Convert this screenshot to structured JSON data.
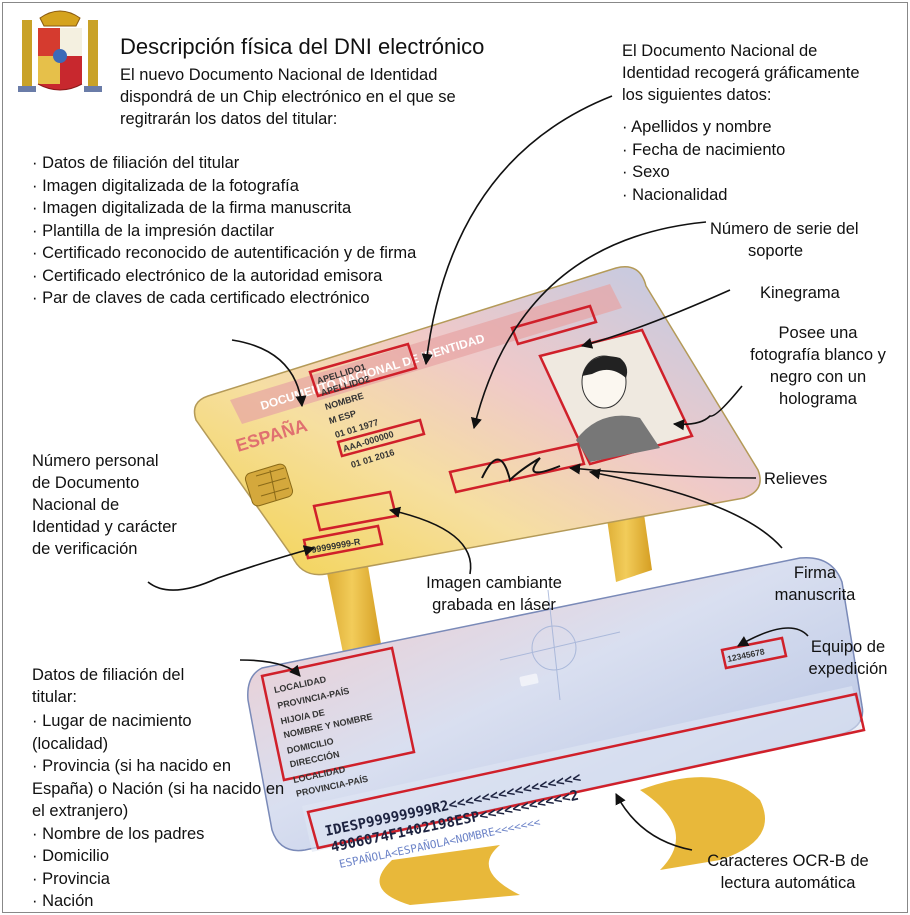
{
  "header": {
    "title": "Descripción física del DNI electrónico",
    "intro_lines": [
      "El nuevo Documento Nacional de Identidad",
      "dispondrá de un Chip electrónico en el que se",
      "regitrarán los datos del titular:"
    ]
  },
  "chip_data": [
    "· Datos de filiación del titular",
    "· Imagen digitalizada de la fotografía",
    "· Imagen digitalizada de la firma manuscrita",
    "· Plantilla de la impresión dactilar",
    "· Certificado reconocido de autentificación y de firma",
    "· Certificado electrónico de la autoridad emisora",
    "· Par de claves de cada certificado electrónico"
  ],
  "graphic_data": {
    "intro_lines": [
      "El Documento Nacional de",
      "Identidad recogerá gráficamente",
      "los siguientes datos:"
    ],
    "items": [
      "· Apellidos y nombre",
      "· Fecha de nacimiento",
      "· Sexo",
      "· Nacionalidad"
    ]
  },
  "labels": {
    "numero_serie": [
      "Número de serie del",
      "soporte"
    ],
    "kinegrama": "Kinegrama",
    "foto": [
      "Posee una",
      "fotografía blanco y",
      "negro con un",
      "holograma"
    ],
    "relieves": "Relieves",
    "numero_personal": [
      "Número personal",
      "de Documento",
      "Nacional de",
      "Identidad y carácter",
      "de verificación"
    ],
    "imagen_cambiante": [
      "Imagen cambiante",
      "grabada en láser"
    ],
    "firma": [
      "Firma",
      "manuscrita"
    ],
    "equipo": [
      "Equipo de",
      "expedición"
    ],
    "ocr": [
      "Caracteres OCR-B de",
      "lectura automática"
    ]
  },
  "filiacion": {
    "heading_lines": [
      "Datos de filiación del",
      "titular:"
    ],
    "items": [
      "· Lugar de nacimiento",
      "(localidad)",
      "· Provincia (si ha nacido en",
      "España) o Nación (si ha nacido en",
      "el extranjero)",
      "· Nombre de los padres",
      "· Domicilio",
      "· Provincia",
      "· Nación"
    ]
  },
  "card_front": {
    "banner": "DOCUMENTO NACIONAL DE IDENTIDAD",
    "country": "ESPAÑA",
    "fields": [
      "APELLIDO1",
      "APELLIDO2",
      "NOMBRE",
      "M    ESP",
      "01 01 1977",
      "AAA-000000",
      "01 01 2016"
    ],
    "dni": "99999999-R"
  },
  "card_back": {
    "fields": [
      "LOCALIDAD",
      "PROVINCIA-PAÍS",
      "HIJO/A DE",
      "NOMBRE Y NOMBRE",
      "DOMICILIO",
      "DIRECCIÓN",
      "LOCALIDAD",
      "PROVINCIA-PAÍS"
    ],
    "equipo_code": "12345678",
    "mrz": [
      "IDESP99999999R2<<<<<<<<<<<<<<<<",
      "4906074F1402198ESP<<<<<<<<<<<2",
      "ESPAÑOLA<ESPAÑOLA<NOMBRE<<<<<<<"
    ]
  },
  "colors": {
    "accent_red": "#d0202a",
    "strap_gold": "#e8b83a",
    "card_blue": "#c7d3e8"
  }
}
